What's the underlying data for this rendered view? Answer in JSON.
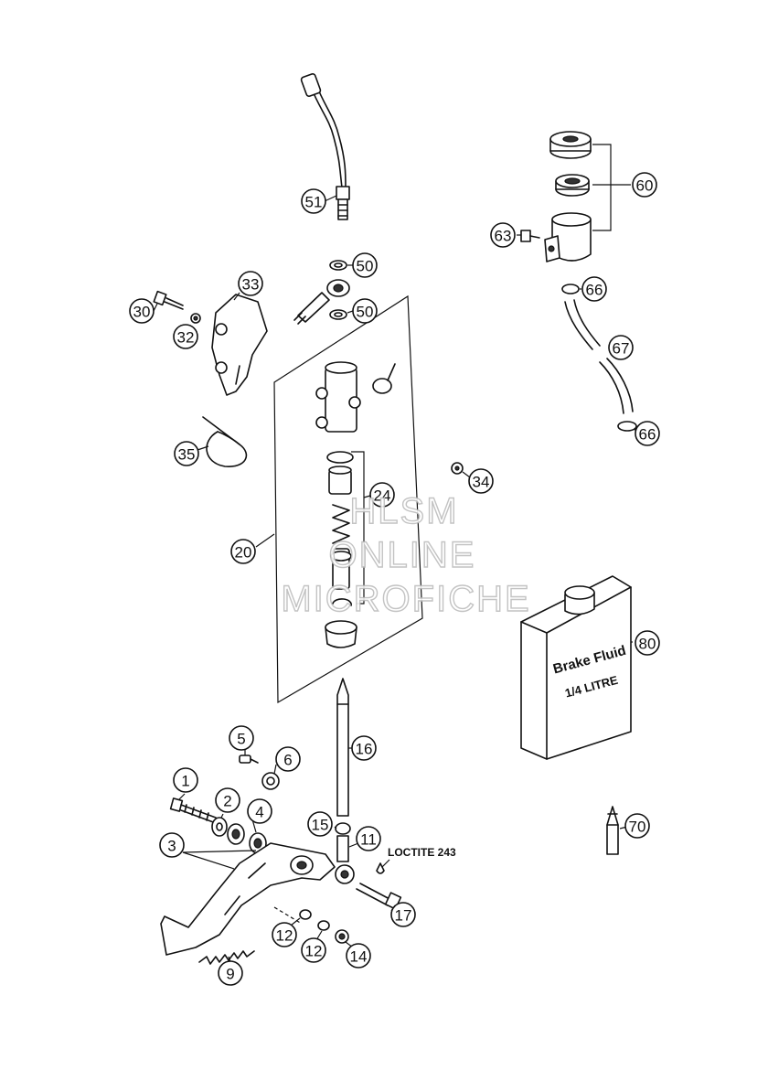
{
  "callouts": [
    {
      "id": "c51",
      "label": "51"
    },
    {
      "id": "c60",
      "label": "60"
    },
    {
      "id": "c63",
      "label": "63"
    },
    {
      "id": "c50a",
      "label": "50"
    },
    {
      "id": "c50b",
      "label": "50"
    },
    {
      "id": "c33",
      "label": "33"
    },
    {
      "id": "c30",
      "label": "30"
    },
    {
      "id": "c32",
      "label": "32"
    },
    {
      "id": "c66a",
      "label": "66"
    },
    {
      "id": "c67",
      "label": "67"
    },
    {
      "id": "c66b",
      "label": "66"
    },
    {
      "id": "c35",
      "label": "35"
    },
    {
      "id": "c34",
      "label": "34"
    },
    {
      "id": "c24",
      "label": "24"
    },
    {
      "id": "c20",
      "label": "20"
    },
    {
      "id": "c80",
      "label": "80"
    },
    {
      "id": "c16",
      "label": "16"
    },
    {
      "id": "c5",
      "label": "5"
    },
    {
      "id": "c6",
      "label": "6"
    },
    {
      "id": "c1",
      "label": "1"
    },
    {
      "id": "c2",
      "label": "2"
    },
    {
      "id": "c4",
      "label": "4"
    },
    {
      "id": "c3",
      "label": "3"
    },
    {
      "id": "c15",
      "label": "15"
    },
    {
      "id": "c11",
      "label": "11"
    },
    {
      "id": "c70",
      "label": "70"
    },
    {
      "id": "c17",
      "label": "17"
    },
    {
      "id": "c12a",
      "label": "12"
    },
    {
      "id": "c12b",
      "label": "12"
    },
    {
      "id": "c14",
      "label": "14"
    },
    {
      "id": "c9",
      "label": "9"
    }
  ],
  "annotations": {
    "loctite": "LOCTITE 243"
  },
  "container_label": {
    "line1": "Brake Fluid",
    "line2": "1/4 LITRE"
  },
  "watermark": {
    "line1": "HLSM",
    "line2": "ONLINE",
    "line3": "MICROFICHE"
  }
}
